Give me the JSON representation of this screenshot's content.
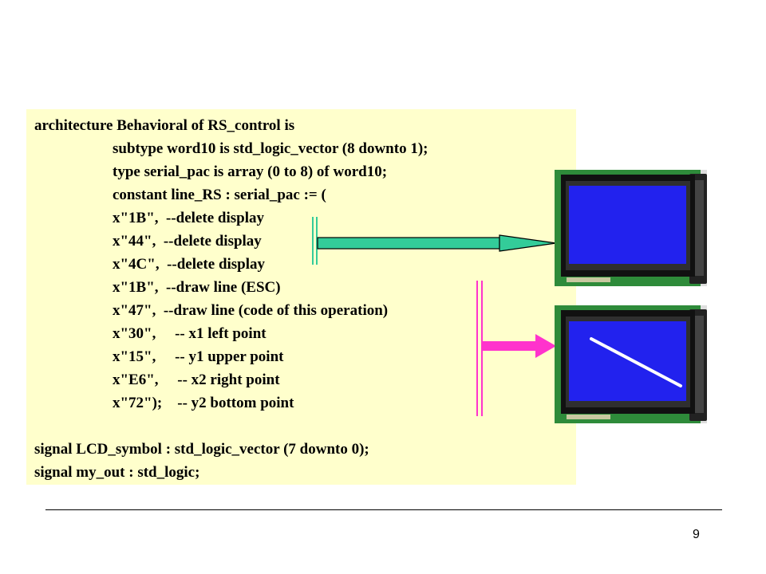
{
  "code": {
    "lines": [
      "architecture Behavioral of RS_control is",
      "subtype word10 is std_logic_vector (8 downto 1);",
      "type serial_pac is array (0 to 8) of word10;",
      "constant line_RS : serial_pac := (",
      "x\"1B\",  --delete display",
      "x\"44\",  --delete display",
      "x\"4C\",  --delete display",
      "x\"1B\",  --draw line (ESC)",
      "x\"47\",  --draw line (code of this operation)",
      "x\"30\",     -- x1 left point",
      "x\"15\",     -- y1 upper point",
      "x\"E6\",     -- x2 right point",
      "x\"72\");    -- y2 bottom point",
      "signal LCD_symbol : std_logic_vector (7 downto 0);",
      "signal my_out : std_logic;"
    ]
  },
  "page_number": "9",
  "colors": {
    "code_background": "#ffffcc",
    "arrow_green": "#33cc99",
    "arrow_magenta": "#ff33cc",
    "lcd_screen": "#2222ee",
    "lcd_board": "#2e8b3a"
  }
}
